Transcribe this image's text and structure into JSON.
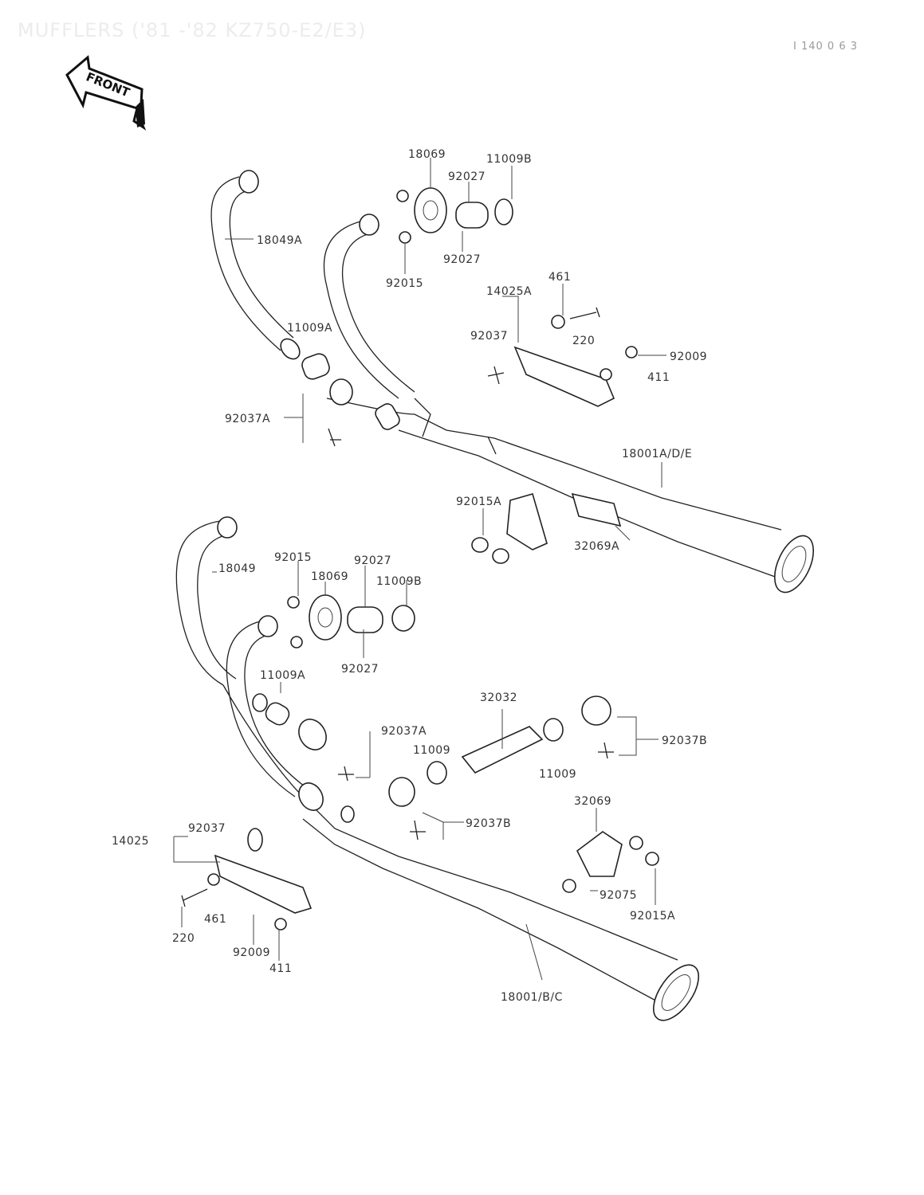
{
  "header": {
    "title": "MUFFLERS ('81 -'82 KZ750-E2/E3)",
    "diagram_id": "I 140 0 6 3"
  },
  "front_arrow": {
    "label": "FRONT"
  },
  "upper_labels": {
    "p18069": "18069",
    "p92027a": "92027",
    "p11009b": "11009B",
    "p18049a": "18049A",
    "p92027b": "92027",
    "p92015": "92015",
    "p461": "461",
    "p14025a": "14025A",
    "p92037": "92037",
    "p220": "220",
    "p92009": "92009",
    "p411": "411",
    "p11009a": "11009A",
    "p92037a": "92037A",
    "p18001ade": "18001A/D/E",
    "p92015a": "92015A",
    "p32069a": "32069A"
  },
  "lower_labels": {
    "p18049": "18049",
    "p92015": "92015",
    "p92027a": "92027",
    "p18069": "18069",
    "p11009b": "11009B",
    "p92027b": "92027",
    "p11009a": "11009A",
    "p32032": "32032",
    "p92037a": "92037A",
    "p92037b_right": "92037B",
    "p11009_left": "11009",
    "p11009_right": "11009",
    "p92037b_mid": "92037B",
    "p32069": "32069",
    "p14025": "14025",
    "p92037": "92037",
    "p92075": "92075",
    "p92015a": "92015A",
    "p461": "461",
    "p220": "220",
    "p92009": "92009",
    "p411": "411",
    "p18001bc": "18001/B/C"
  }
}
